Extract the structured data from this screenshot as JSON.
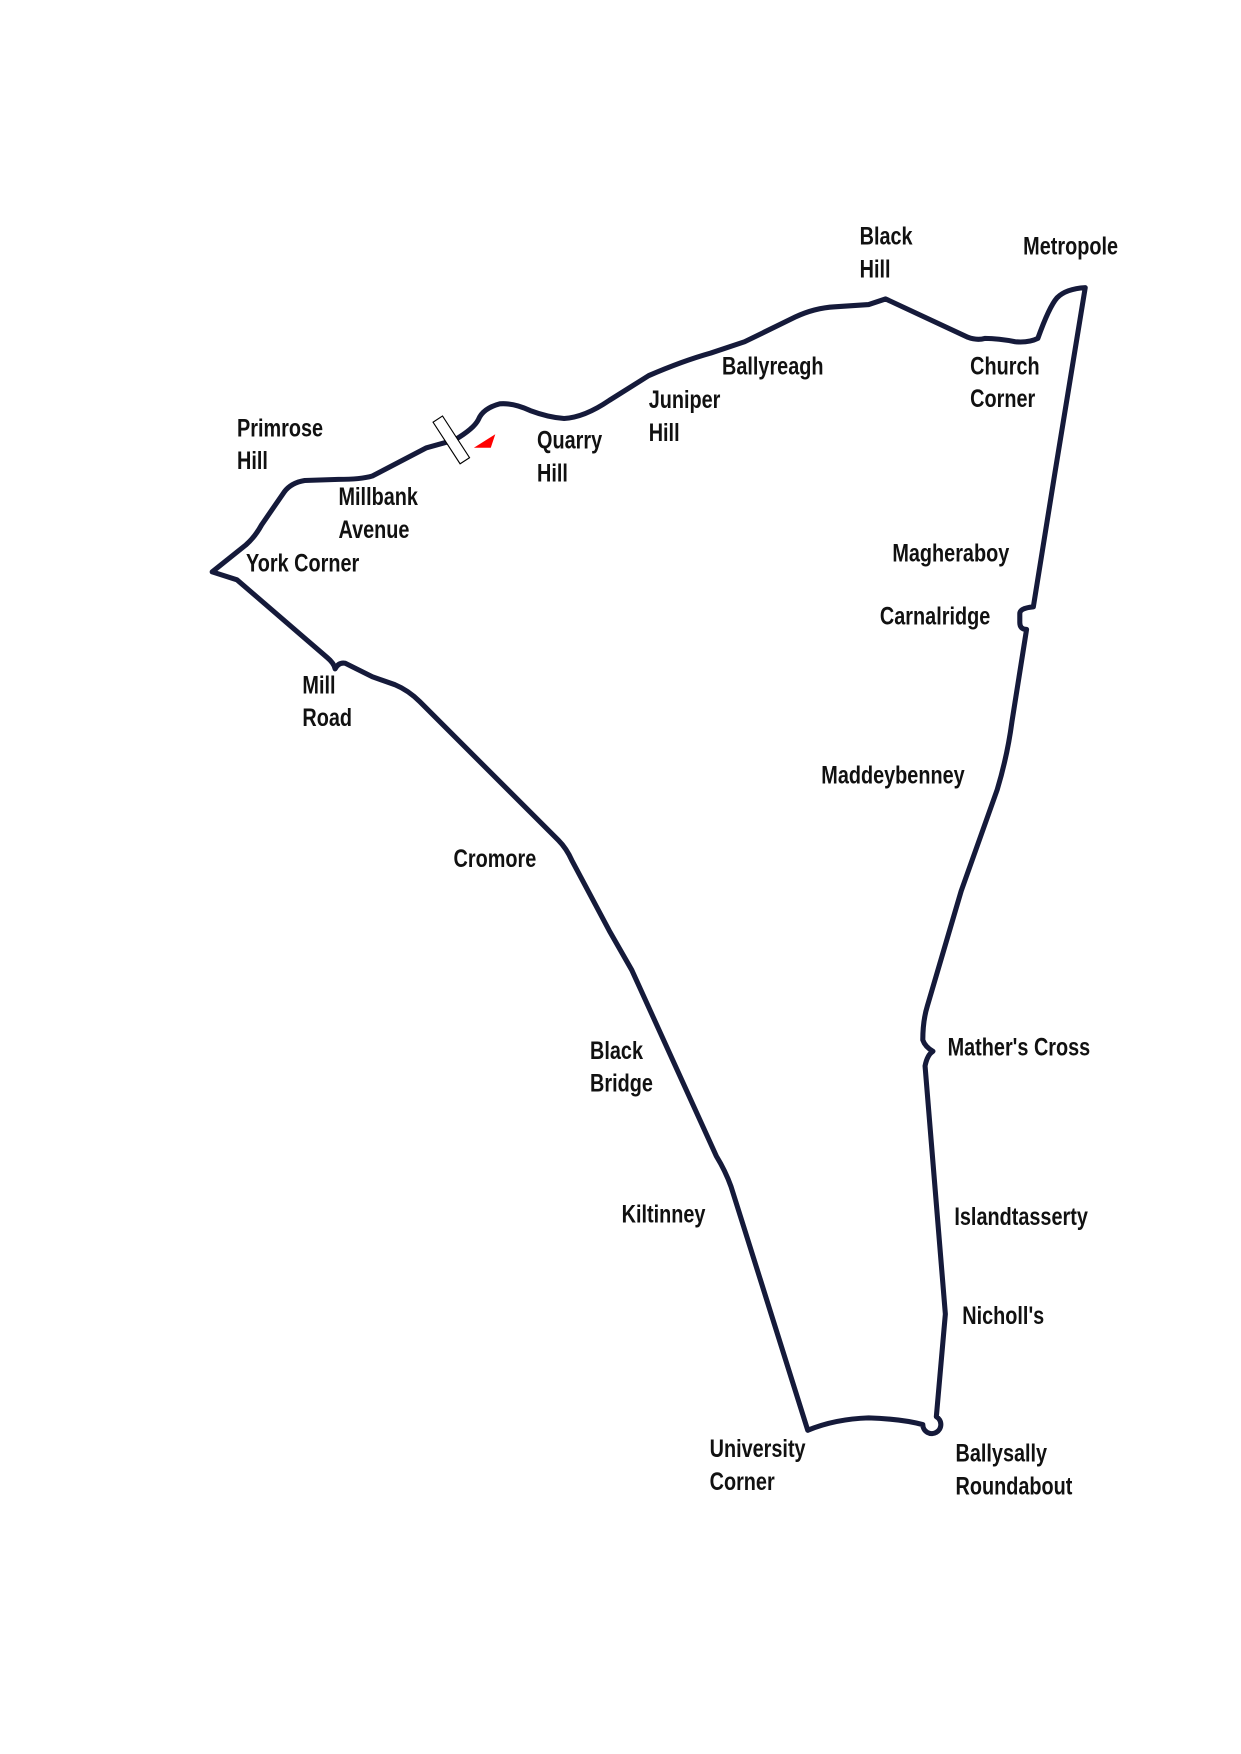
{
  "map": {
    "track_color": "#151a3a",
    "start_marker_color": "#ff0000",
    "labels": [
      {
        "id": "black-hill",
        "lines": [
          "Black",
          "Hill"
        ]
      },
      {
        "id": "metropole",
        "lines": [
          "Metropole"
        ]
      },
      {
        "id": "church-corner",
        "lines": [
          "Church",
          "Corner"
        ]
      },
      {
        "id": "ballyreagh",
        "lines": [
          "Ballyreagh"
        ]
      },
      {
        "id": "juniper-hill",
        "lines": [
          "Juniper",
          "Hill"
        ]
      },
      {
        "id": "quarry-hill",
        "lines": [
          "Quarry",
          "Hill"
        ]
      },
      {
        "id": "primrose-hill",
        "lines": [
          "Primrose",
          "Hill"
        ]
      },
      {
        "id": "millbank-avenue",
        "lines": [
          "Millbank",
          "Avenue"
        ]
      },
      {
        "id": "york-corner",
        "lines": [
          "York Corner"
        ]
      },
      {
        "id": "mill-road",
        "lines": [
          "Mill",
          "Road"
        ]
      },
      {
        "id": "magheraboy",
        "lines": [
          "Magheraboy"
        ]
      },
      {
        "id": "carnalridge",
        "lines": [
          "Carnalridge"
        ]
      },
      {
        "id": "maddeybenney",
        "lines": [
          "Maddeybenney"
        ]
      },
      {
        "id": "cromore",
        "lines": [
          "Cromore"
        ]
      },
      {
        "id": "black-bridge",
        "lines": [
          "Black",
          "Bridge"
        ]
      },
      {
        "id": "mathers-cross",
        "lines": [
          "Mather's Cross"
        ]
      },
      {
        "id": "kiltinney",
        "lines": [
          "Kiltinney"
        ]
      },
      {
        "id": "islandtasserty",
        "lines": [
          "Islandtasserty"
        ]
      },
      {
        "id": "nicholls",
        "lines": [
          "Nicholl's"
        ]
      },
      {
        "id": "university-corner",
        "lines": [
          "University",
          "Corner"
        ]
      },
      {
        "id": "ballysally-roundabout",
        "lines": [
          "Ballysally",
          "Roundabout"
        ]
      }
    ]
  }
}
